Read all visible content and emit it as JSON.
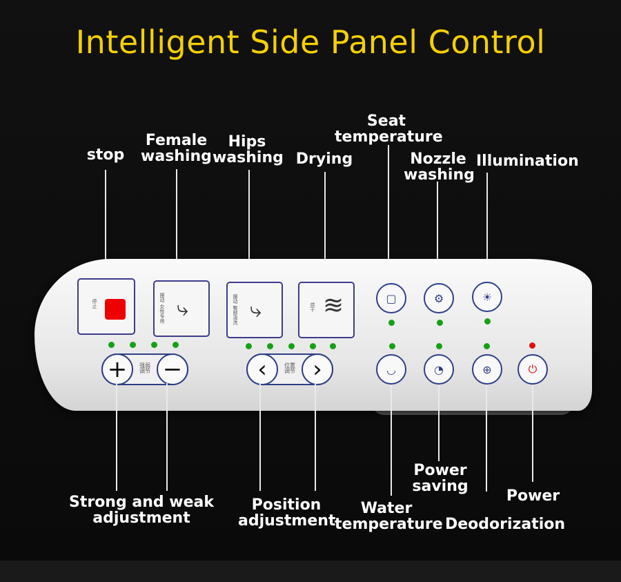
{
  "title": "Intelligent Side Panel Control",
  "labels": {
    "stop": "stop",
    "female_washing_1": "Female",
    "female_washing_2": "washing",
    "hips_washing_1": "Hips",
    "hips_washing_2": "washing",
    "drying": "Drying",
    "seat_temperature_1": "Seat",
    "seat_temperature_2": "temperature",
    "nozzle_washing_1": "Nozzle",
    "nozzle_washing_2": "washing",
    "illumination": "Illumination",
    "strong_weak_1": "Strong and weak",
    "strong_weak_2": "adjustment",
    "position_1": "Position",
    "position_2": "adjustment",
    "water_temperature_1": "Water",
    "water_temperature_2": "temperature",
    "power_saving_1": "Power",
    "power_saving_2": "saving",
    "deodorization": "Deodorization",
    "power": "Power"
  },
  "icons": {
    "plus": "+",
    "minus": "−",
    "left": "‹",
    "right": "›",
    "power": "⏻"
  },
  "colors": {
    "title": "#f5d000",
    "indicator_green": "#16a016",
    "indicator_red": "#e01010",
    "stop_button": "#e00000",
    "button_border": "#2d3f86"
  }
}
